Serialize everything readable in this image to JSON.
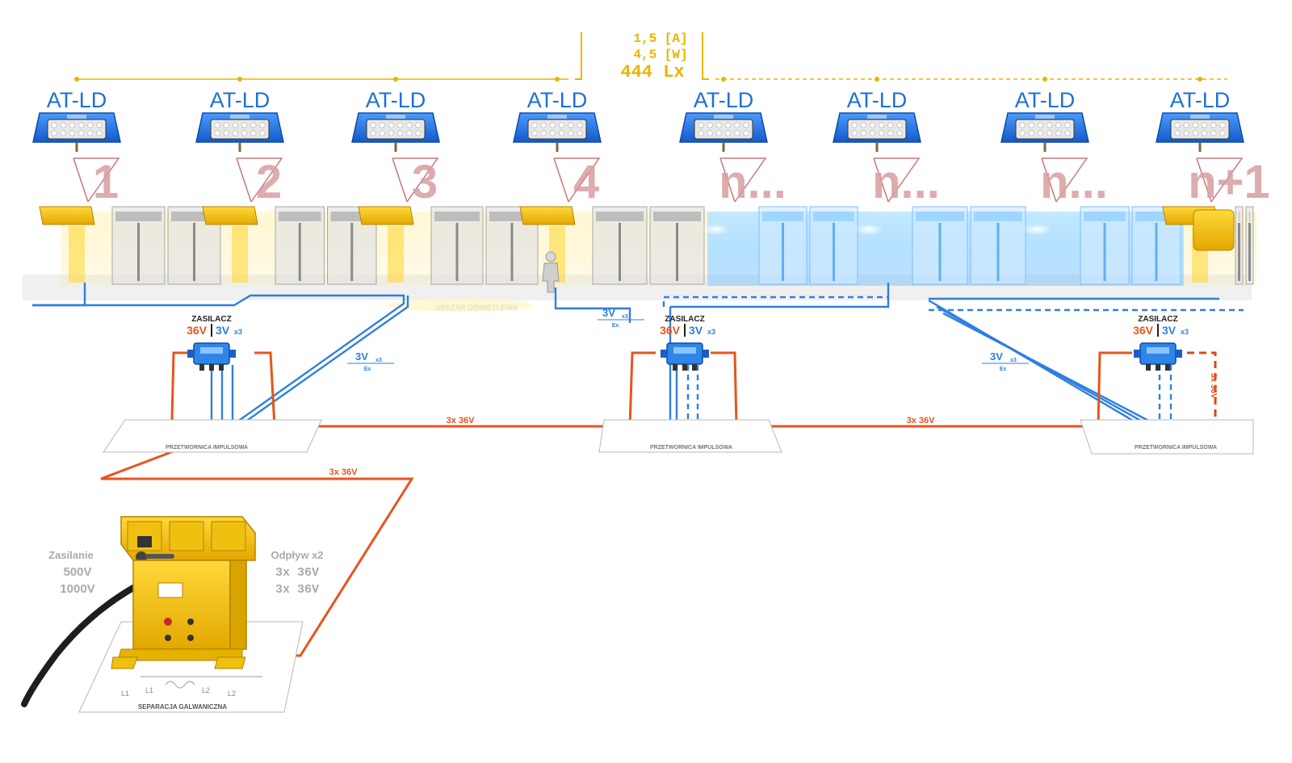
{
  "header": {
    "current": "1,5 [A]",
    "power": "4,5 [W]",
    "lux": "444 Lx"
  },
  "lamp_label": "AT-LD",
  "section_numbers": [
    "1",
    "2",
    "3",
    "4",
    "n...",
    "n...",
    "n...",
    "n+1"
  ],
  "area_label": "OBSZAR OŚWIETLENIA",
  "power_supply": {
    "title": "ZASILACZ",
    "in": "36V",
    "out": "3V",
    "out_sub": "x3"
  },
  "ex_label": {
    "main": "3V",
    "sub": "x3",
    "ex": "Ex"
  },
  "converter_label": "PRZETWORNICA IMPULSOWA",
  "bus_label": "3x 36V",
  "transformer": {
    "supply_title": "Zasilanie",
    "supply_values": [
      "500V",
      "1000V"
    ],
    "outlet_title": "Odpływ x2",
    "outlet_values": [
      "3x 36V",
      "3x 36V"
    ],
    "plate_label": "SEPARACJA GALWANICZNA",
    "symbols": [
      "L1",
      "L1",
      "L2",
      "L2"
    ]
  },
  "colors": {
    "yellow": "#e8b400",
    "blue": "#2f7fe0",
    "orange": "#e8541e",
    "pink": "#c9787c",
    "light_blue": "#7fd0ff",
    "shield_yellow": "#f2c200"
  }
}
